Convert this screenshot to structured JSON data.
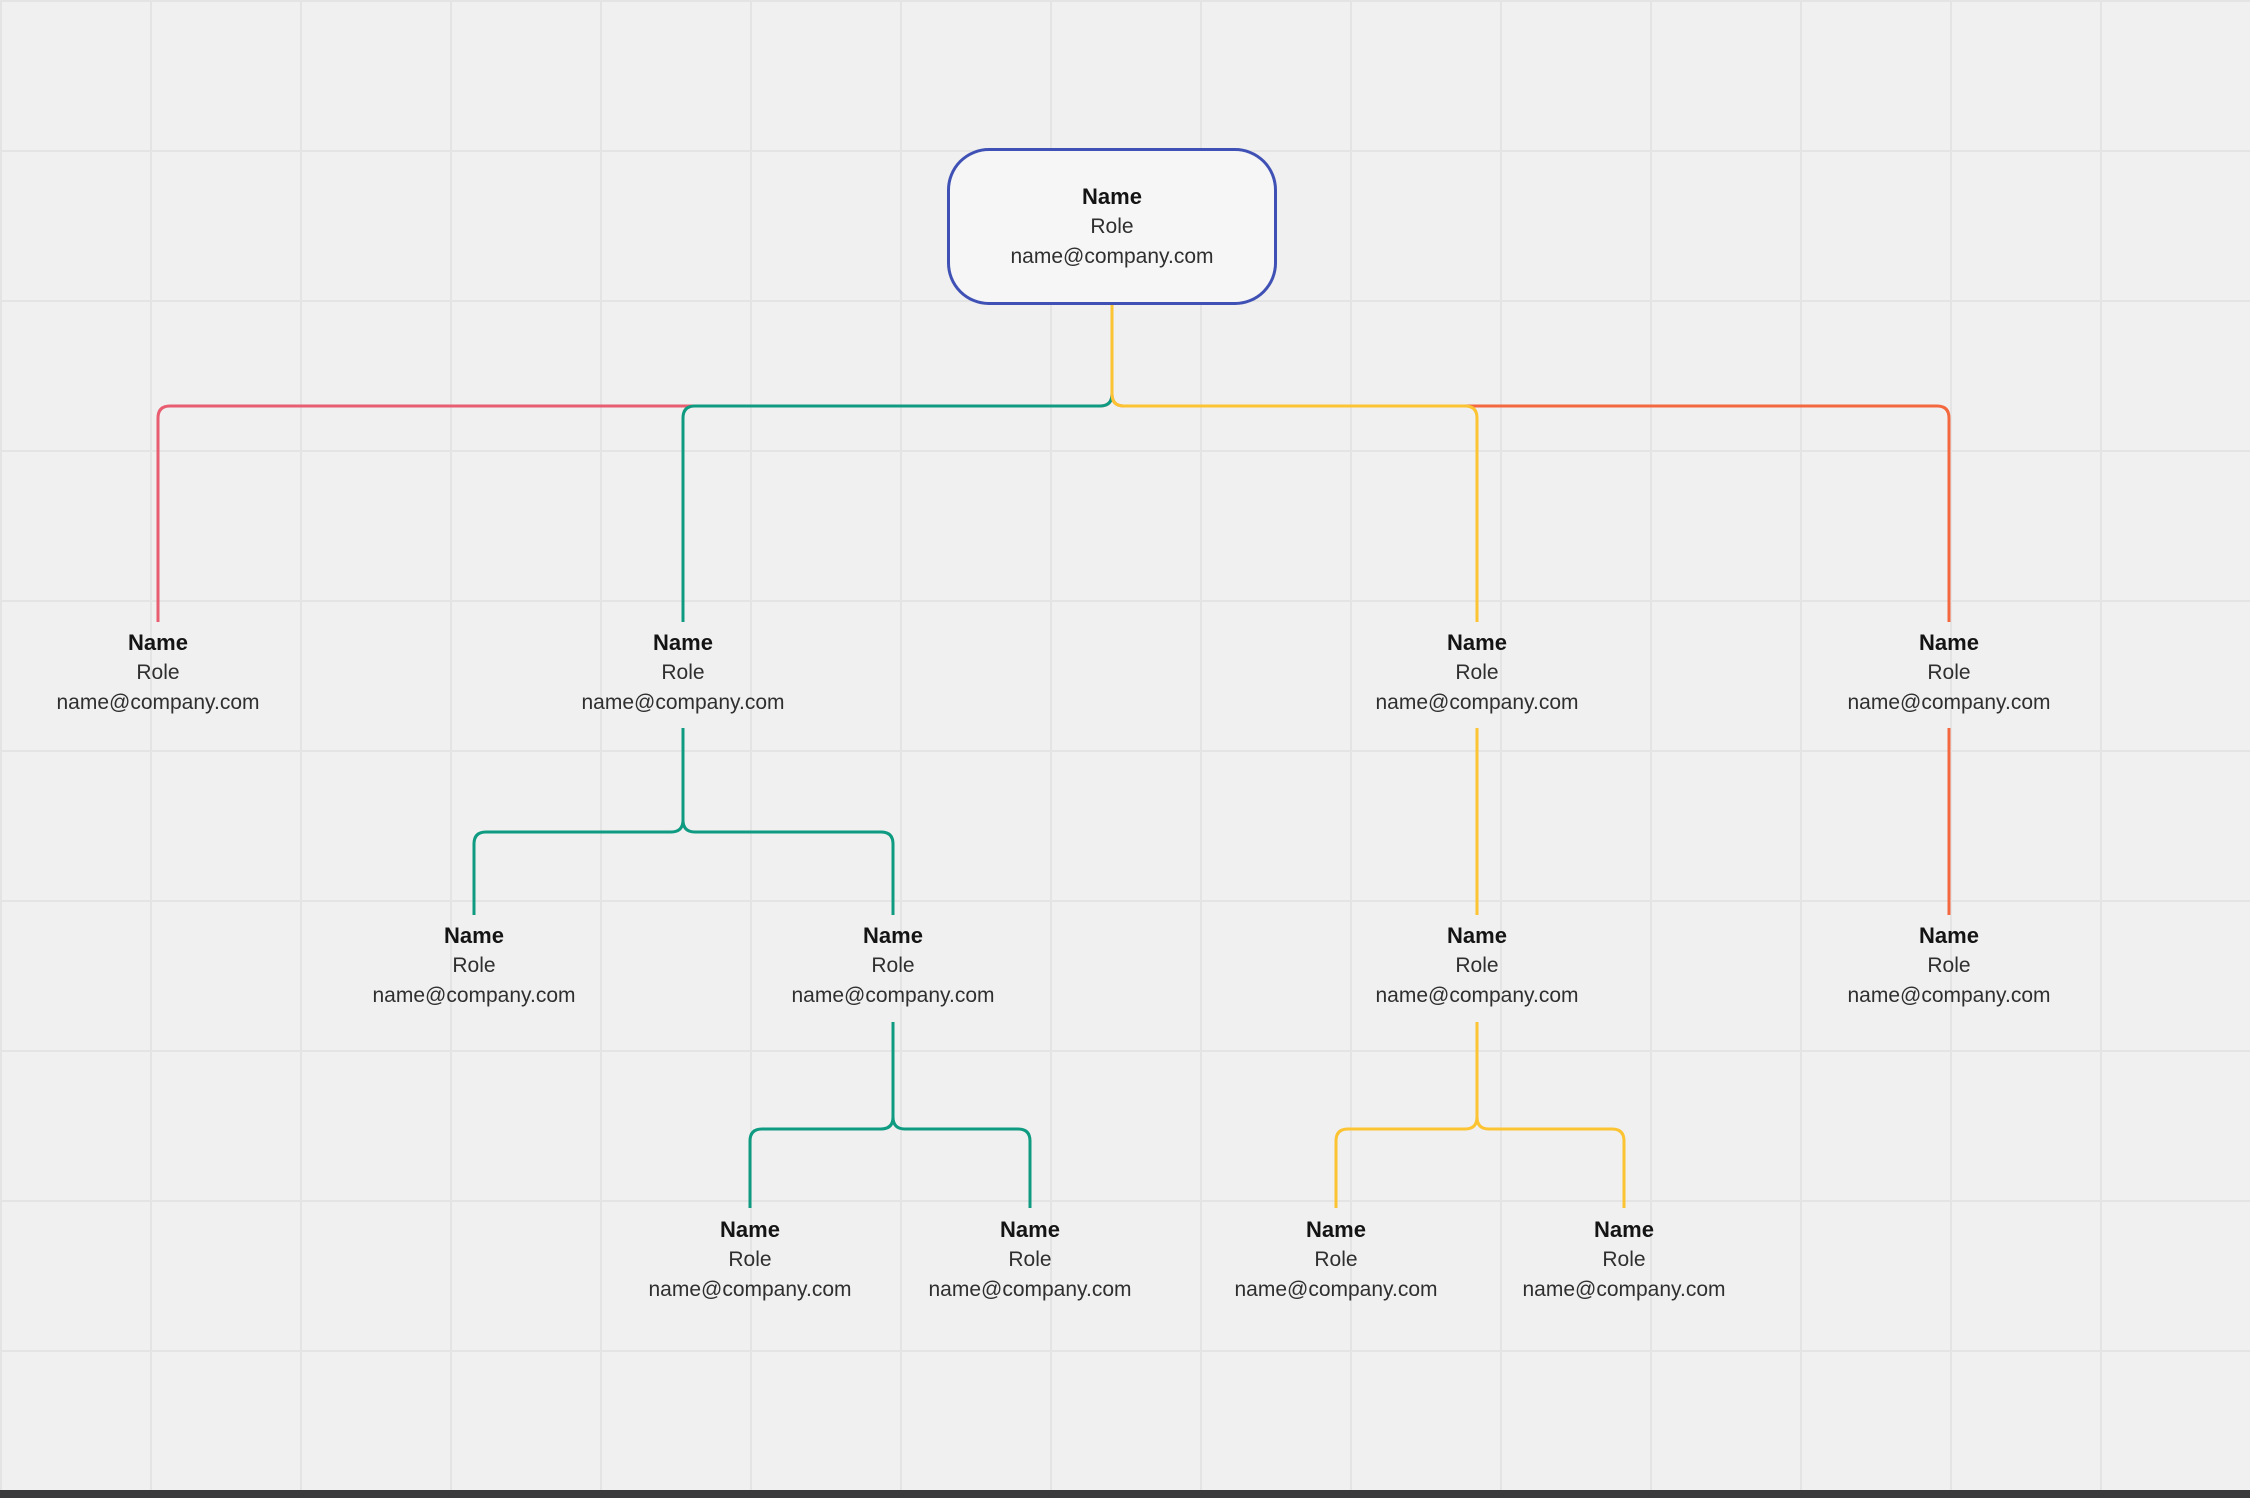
{
  "canvas": {
    "background": "#f0f0f0",
    "grid_color": "#e4e4e4"
  },
  "colors": {
    "root_border": "#3f51b5",
    "red": "#e85d6f",
    "teal": "#0f9b81",
    "yellow": "#fcc332",
    "orange": "#f4683f"
  },
  "nodes": [
    {
      "id": "root",
      "level": 0,
      "name": "Name",
      "role": "Role",
      "email": "name@company.com"
    },
    {
      "id": "l1-red",
      "level": 1,
      "name": "Name",
      "role": "Role",
      "email": "name@company.com"
    },
    {
      "id": "l1-teal",
      "level": 1,
      "name": "Name",
      "role": "Role",
      "email": "name@company.com"
    },
    {
      "id": "l1-yellow",
      "level": 1,
      "name": "Name",
      "role": "Role",
      "email": "name@company.com"
    },
    {
      "id": "l1-orange",
      "level": 1,
      "name": "Name",
      "role": "Role",
      "email": "name@company.com"
    },
    {
      "id": "l2-teal-left",
      "level": 2,
      "name": "Name",
      "role": "Role",
      "email": "name@company.com"
    },
    {
      "id": "l2-teal-right",
      "level": 2,
      "name": "Name",
      "role": "Role",
      "email": "name@company.com"
    },
    {
      "id": "l2-yellow",
      "level": 2,
      "name": "Name",
      "role": "Role",
      "email": "name@company.com"
    },
    {
      "id": "l2-orange",
      "level": 2,
      "name": "Name",
      "role": "Role",
      "email": "name@company.com"
    },
    {
      "id": "l3-teal-left",
      "level": 3,
      "name": "Name",
      "role": "Role",
      "email": "name@company.com"
    },
    {
      "id": "l3-teal-right",
      "level": 3,
      "name": "Name",
      "role": "Role",
      "email": "name@company.com"
    },
    {
      "id": "l3-yellow-left",
      "level": 3,
      "name": "Name",
      "role": "Role",
      "email": "name@company.com"
    },
    {
      "id": "l3-yellow-right",
      "level": 3,
      "name": "Name",
      "role": "Role",
      "email": "name@company.com"
    }
  ]
}
